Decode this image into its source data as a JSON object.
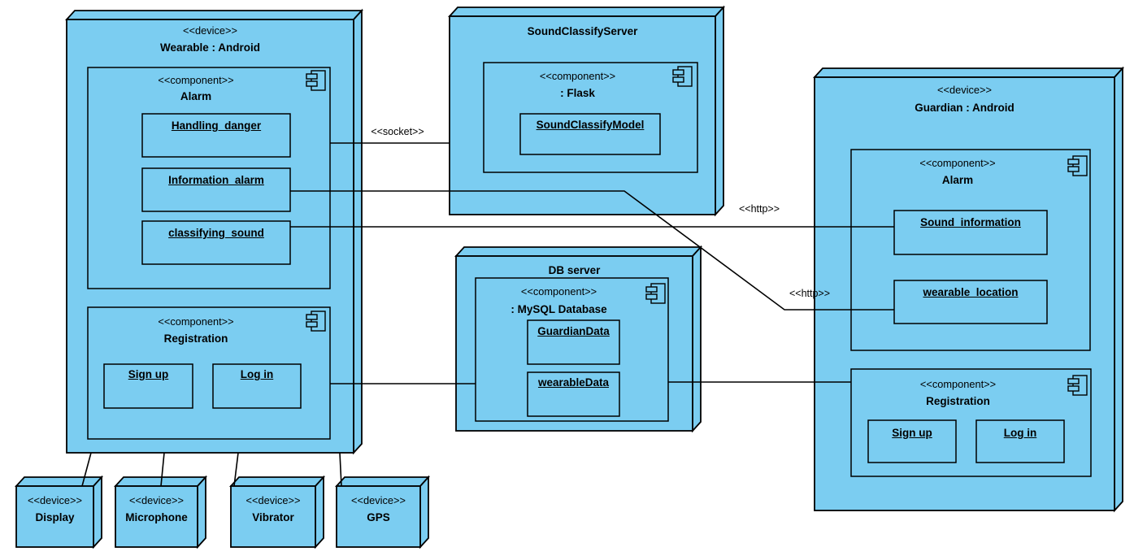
{
  "colors": {
    "node_fill": "#7BCDF1",
    "stroke": "#000000",
    "canvas": "#FFFFFF"
  },
  "connectors": {
    "socket_label": "<<socket>>",
    "http_sound_label": "<<http>>",
    "http_location_label": "<<http>>"
  },
  "wearable": {
    "stereotype": "<<device>>",
    "name": "Wearable : Android",
    "alarm": {
      "stereotype": "<<component>>",
      "name": "Alarm",
      "items": [
        "Handling_danger",
        "Information_alarm",
        "classifying_sound"
      ]
    },
    "registration": {
      "stereotype": "<<component>>",
      "name": "Registration",
      "items": [
        "Sign up",
        "Log in"
      ]
    }
  },
  "sound_server": {
    "name": "SoundClassifyServer",
    "flask": {
      "stereotype": "<<component>>",
      "name": ": Flask",
      "items": [
        "SoundClassifyModel"
      ]
    }
  },
  "db_server": {
    "name": "DB server",
    "mysql": {
      "stereotype": "<<component>>",
      "name": ": MySQL Database",
      "items": [
        "GuardianData",
        "wearableData"
      ]
    }
  },
  "guardian": {
    "stereotype": "<<device>>",
    "name": "Guardian : Android",
    "alarm": {
      "stereotype": "<<component>>",
      "name": "Alarm",
      "items": [
        "Sound_information",
        "wearable_location"
      ]
    },
    "registration": {
      "stereotype": "<<component>>",
      "name": "Registration",
      "items": [
        "Sign up",
        "Log in"
      ]
    }
  },
  "devices": [
    {
      "stereotype": "<<device>>",
      "name": "Display"
    },
    {
      "stereotype": "<<device>>",
      "name": "Microphone"
    },
    {
      "stereotype": "<<device>>",
      "name": "Vibrator"
    },
    {
      "stereotype": "<<device>>",
      "name": "GPS"
    }
  ]
}
